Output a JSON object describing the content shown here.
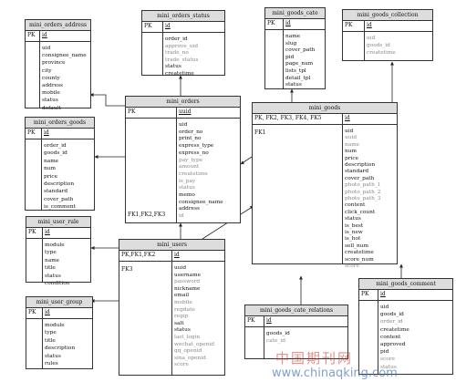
{
  "diagram": {
    "tables": [
      {
        "id": "mini_orders_address",
        "title": "mini_orders_address",
        "keys": [
          "PK"
        ],
        "pk": "id",
        "fields": [
          "uid",
          "consignee_name",
          "province",
          "city",
          "county",
          "address",
          "mobile",
          "status",
          "default"
        ],
        "dim": []
      },
      {
        "id": "mini_orders_status",
        "title": "mini_orders_status",
        "keys": [
          "PK"
        ],
        "pk": "id",
        "fields": [
          "order_id",
          "approve_uid",
          "trade_no",
          "trade_status",
          "status",
          "createtime"
        ],
        "dim": [
          1,
          2,
          3
        ]
      },
      {
        "id": "mini_goods_cate",
        "title": "mini_goods_cate",
        "keys": [
          "PK"
        ],
        "pk": "id",
        "fields": [
          "name",
          "slug",
          "cover_path",
          "pid",
          "page_num",
          "lists_tpl",
          "detail_tpl",
          "status"
        ],
        "dim": []
      },
      {
        "id": "mini_goods_collection",
        "title": "mini_goods_collection",
        "keys": [
          "PK"
        ],
        "pk": "id",
        "fields": [
          "uid",
          "goods_id",
          "createtime"
        ],
        "dim": [
          0,
          1,
          2
        ]
      },
      {
        "id": "mini_orders_goods",
        "title": "mini_orders_goods",
        "keys": [
          "PK"
        ],
        "pk": "id",
        "fields": [
          "order_id",
          "goods_id",
          "name",
          "num",
          "price",
          "description",
          "standard",
          "cover_path",
          "is_comment"
        ],
        "dim": []
      },
      {
        "id": "mini_orders",
        "title": "mini_orders",
        "keys": [
          "PK",
          "FK1,FK2,FK3"
        ],
        "pk": "uuid",
        "fields": [
          "uid",
          "order_no",
          "print_no",
          "express_type",
          "express_no",
          "pay_type",
          "amount",
          "createtime",
          "is_pay",
          "status",
          "memo",
          "consignee_name",
          "address",
          "id"
        ],
        "dim": [
          5,
          6,
          7,
          8,
          9,
          13
        ]
      },
      {
        "id": "mini_goods",
        "title": "mini_goods",
        "keys": [
          "PK, FK2, FK3, FK4, FK5",
          "FK1"
        ],
        "pk": "id",
        "fields": [
          "uid",
          "uuid",
          "name",
          "num",
          "price",
          "description",
          "standard",
          "cover_path",
          "photo_path_1",
          "photo_path_2",
          "photo_path_3",
          "content",
          "click_count",
          "status",
          "is_best",
          "is_new",
          "is_hot",
          "sell_num",
          "createtime",
          "score_num",
          "score"
        ],
        "dim": [
          1,
          2,
          8,
          9,
          10,
          20
        ]
      },
      {
        "id": "mini_user_rule",
        "title": "mini_user_rule",
        "keys": [
          "PK"
        ],
        "pk": "id",
        "fields": [
          "module",
          "type",
          "name",
          "title",
          "status",
          "condition"
        ],
        "dim": []
      },
      {
        "id": "mini_users",
        "title": "mini_users",
        "keys": [
          "PK,FK1,FK2",
          "FK3"
        ],
        "pk": "id",
        "fields": [
          "uuid",
          "username",
          "password",
          "nickname",
          "email",
          "mobile",
          "regdate",
          "regip",
          "salt",
          "status",
          "last_login",
          "wechat_openid",
          "qq_openid",
          "sina_openid",
          "score"
        ],
        "dim": [
          2,
          5,
          6,
          7,
          10,
          11,
          12,
          13,
          14
        ]
      },
      {
        "id": "mini_user_group",
        "title": "mini_user_group",
        "keys": [
          "PK"
        ],
        "pk": "id",
        "fields": [
          "module",
          "type",
          "title",
          "description",
          "status",
          "rules"
        ],
        "dim": []
      },
      {
        "id": "mini_goods_cate_relations",
        "title": "mini_goods_cate_relations",
        "keys": [
          "PK"
        ],
        "pk": "id",
        "fields": [
          "goods_id",
          "cate_id"
        ],
        "dim": [
          1
        ]
      },
      {
        "id": "mini_goods_comment",
        "title": "mini_goods_comment",
        "keys": [
          "PK"
        ],
        "pk": "id",
        "fields": [
          "uid",
          "goods_id",
          "order_id",
          "createtime",
          "content",
          "approved",
          "pid",
          "score",
          "status"
        ],
        "dim": [
          2,
          7,
          8
        ]
      }
    ]
  },
  "watermark": {
    "line1": "中国期刊网",
    "line2": "www.chinaqking.com"
  }
}
